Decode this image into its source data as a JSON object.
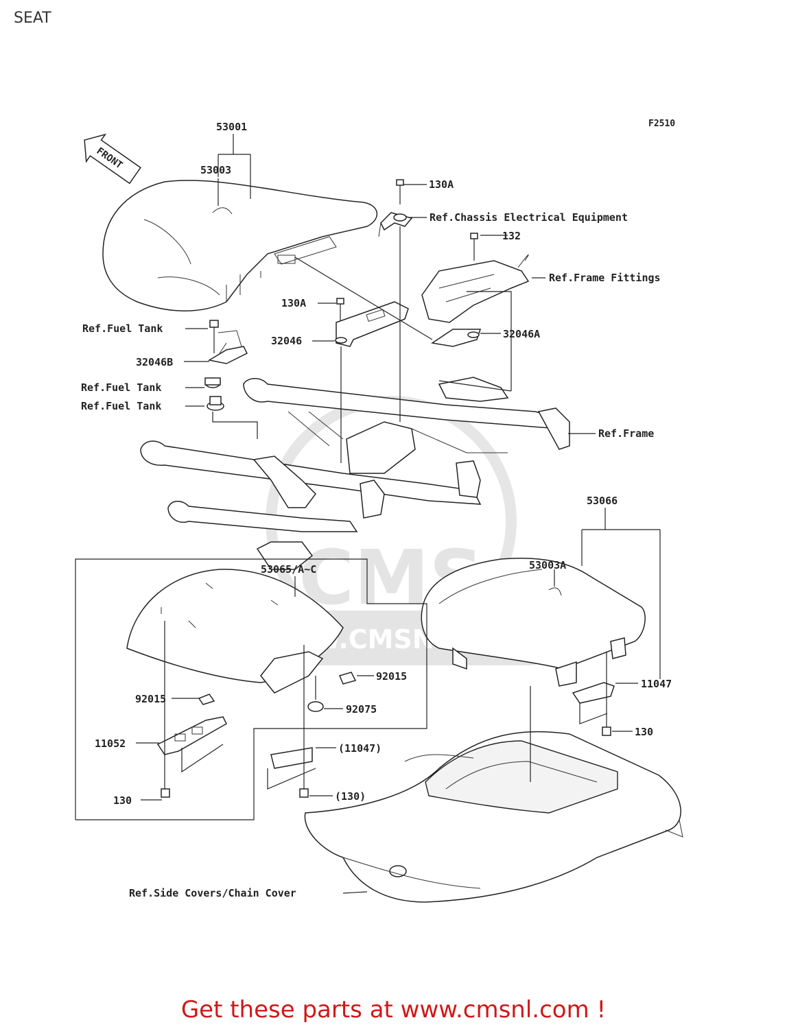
{
  "page": {
    "title": "SEAT"
  },
  "figure": {
    "code": "F2510",
    "front_arrow": "FRONT"
  },
  "watermark": {
    "brand": "CMS",
    "url": "WWW.CMSNL.COM"
  },
  "callouts": {
    "c53001": "53001",
    "c53003": "53003",
    "c130A_top": "130A",
    "ref_chassis": "Ref.Chassis Electrical Equipment",
    "c132": "132",
    "ref_frame_fittings": "Ref.Frame Fittings",
    "c130A_mid": "130A",
    "ref_fuel_1": "Ref.Fuel Tank",
    "c32046": "32046",
    "c32046A": "32046A",
    "c32046B": "32046B",
    "ref_fuel_2": "Ref.Fuel Tank",
    "ref_fuel_3": "Ref.Fuel Tank",
    "ref_frame": "Ref.Frame",
    "c53066": "53066",
    "c53003A": "53003A",
    "c53065": "53065/A~C",
    "c92015_right": "92015",
    "c92015_left": "92015",
    "c92075": "92075",
    "c11047": "11047",
    "c11047_paren": "(11047)",
    "c11052": "11052",
    "c130_right": "130",
    "c130_left": "130",
    "c130_paren": "(130)",
    "ref_side_covers": "Ref.Side Covers/Chain Cover"
  },
  "promo": {
    "text": "Get these parts at www.cmsnl.com !"
  }
}
